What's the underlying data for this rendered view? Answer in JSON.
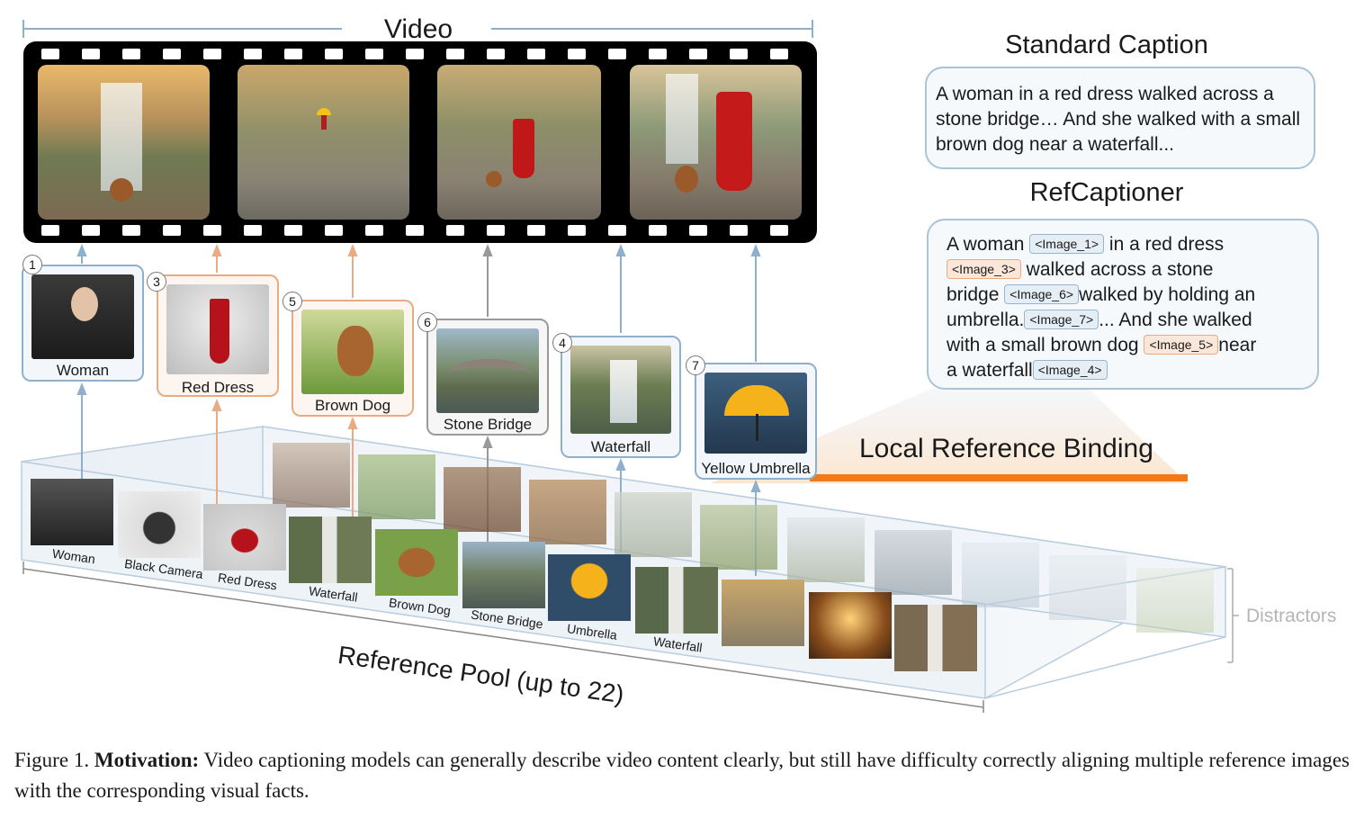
{
  "video": {
    "title": "Video"
  },
  "standard_caption": {
    "title": "Standard Caption",
    "text": "A woman in a red dress walked across a stone bridge… And she walked with a small brown dog near a waterfall..."
  },
  "refcaptioner": {
    "title": "RefCaptioner",
    "seg1": "A woman ",
    "tag1": "<Image_1>",
    "seg2": " in a red dress",
    "tag2": "<Image_3>",
    "seg3": " walked across a stone",
    "seg4": "bridge ",
    "tag3": "<Image_6>",
    "seg5": "walked by holding an",
    "seg6": "umbrella.",
    "tag4": "<Image_7>",
    "seg7": "...  And she walked",
    "seg8": "with a small brown dog ",
    "tag5": "<Image_5>",
    "seg9": "near",
    "seg10": "a waterfall",
    "tag6": "<Image_4>"
  },
  "binding_label": "Local Reference Binding",
  "references": [
    {
      "num": "1",
      "label": "Woman"
    },
    {
      "num": "3",
      "label": "Red Dress"
    },
    {
      "num": "5",
      "label": "Brown Dog"
    },
    {
      "num": "6",
      "label": "Stone Bridge"
    },
    {
      "num": "4",
      "label": "Waterfall"
    },
    {
      "num": "7",
      "label": "Yellow Umbrella"
    }
  ],
  "pool": {
    "title": "Reference Pool (up to 22)",
    "labels": [
      "Woman",
      "Black Camera",
      "Red Dress",
      "Waterfall",
      "Brown Dog",
      "Stone Bridge",
      "Umbrella",
      "Waterfall"
    ],
    "distractors_label": "Distractors"
  },
  "colors": {
    "blue_border": "#8fb0cc",
    "orange_border": "#e8ab82",
    "binding_orange": "#f07a1a"
  },
  "figure_caption": {
    "prefix": "Figure 1.",
    "bold": "Motivation:",
    "text": " Video captioning models can generally describe video content clearly, but still have difficulty correctly aligning multiple reference images with the corresponding visual facts."
  }
}
